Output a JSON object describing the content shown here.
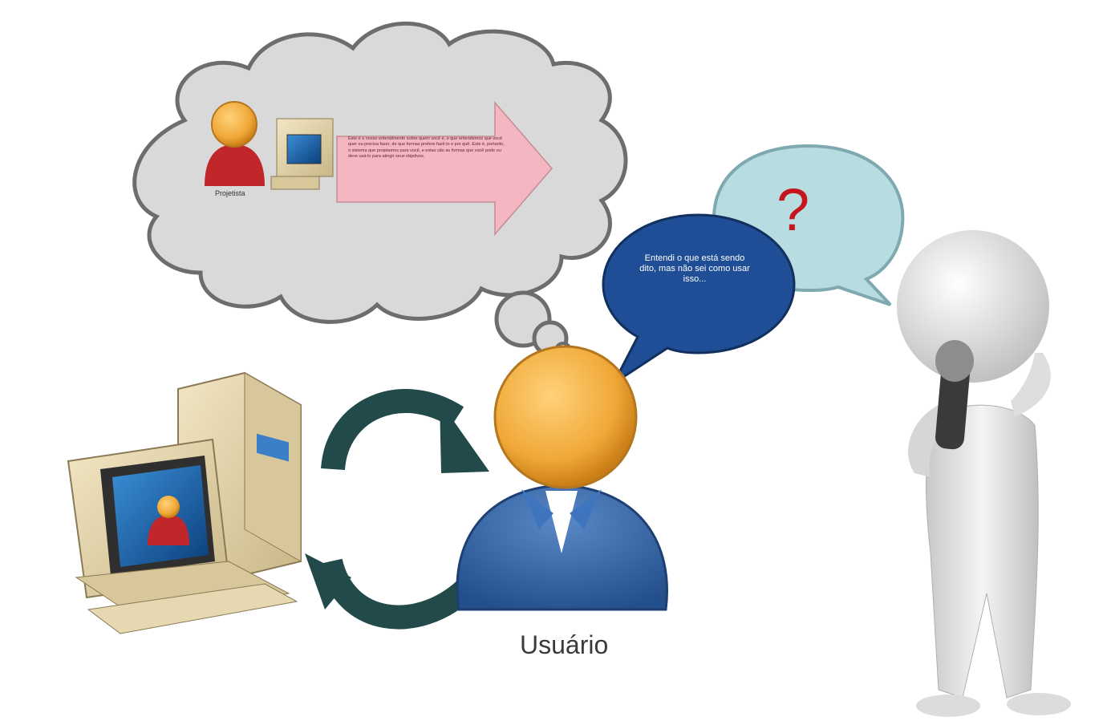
{
  "labels": {
    "usuario": "Usuário",
    "projetista": "Projetista",
    "question_mark": "?"
  },
  "thought_cloud": {
    "arrow_text": "Este é o nosso entendimento sobre quem você é, o que entendemos que você quer ou precisa fazer, de que formas prefere fazê-lo e por quê. Este é, portanto, o sistema que projetamos para você, e estas são as formas que você pode ou deve usá-lo para atingir seus objetivos."
  },
  "speech_bubble": {
    "text": "Entendi o que está sendo dito, mas não sei como usar isso..."
  },
  "colors": {
    "cloud_fill": "#d9d9d9",
    "cloud_stroke": "#6d6d6d",
    "arrow_fill": "#f4b6c0",
    "speech_blue": "#1f4e96",
    "question_bubble": "#b7dde0",
    "question_mark": "#c4161c",
    "cycle_arrows": "#234a4a",
    "user_head": "#f0a838",
    "user_body": "#2f5f9e"
  },
  "icons": [
    "computer-icon",
    "user-icon",
    "cycle-arrows-icon",
    "microphone-figure-icon"
  ]
}
